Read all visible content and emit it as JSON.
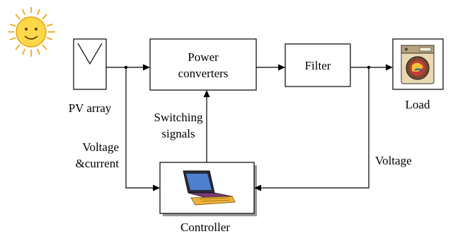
{
  "blocks": {
    "pv_array": "PV array",
    "power_converters": [
      "Power",
      "converters"
    ],
    "filter": "Filter",
    "load": "Load",
    "controller": "Controller"
  },
  "signals": {
    "switching": [
      "Switching",
      "signals"
    ],
    "voltage_current": [
      "Voltage",
      "&current"
    ],
    "voltage": "Voltage"
  },
  "icons": [
    "sun-icon",
    "pv-panel-icon",
    "washing-machine-icon",
    "laptop-computer-icon"
  ],
  "colors": {
    "sun_rays": "#e8a000",
    "sun_body": "#ffd84a",
    "laptop_screen": "#4f7fcf",
    "laptop_body": "#7a3a7a",
    "laptop_keyboard": "#f0b23a",
    "washer_body": "#e9d8b2",
    "washer_drum": "#c83a3a"
  }
}
